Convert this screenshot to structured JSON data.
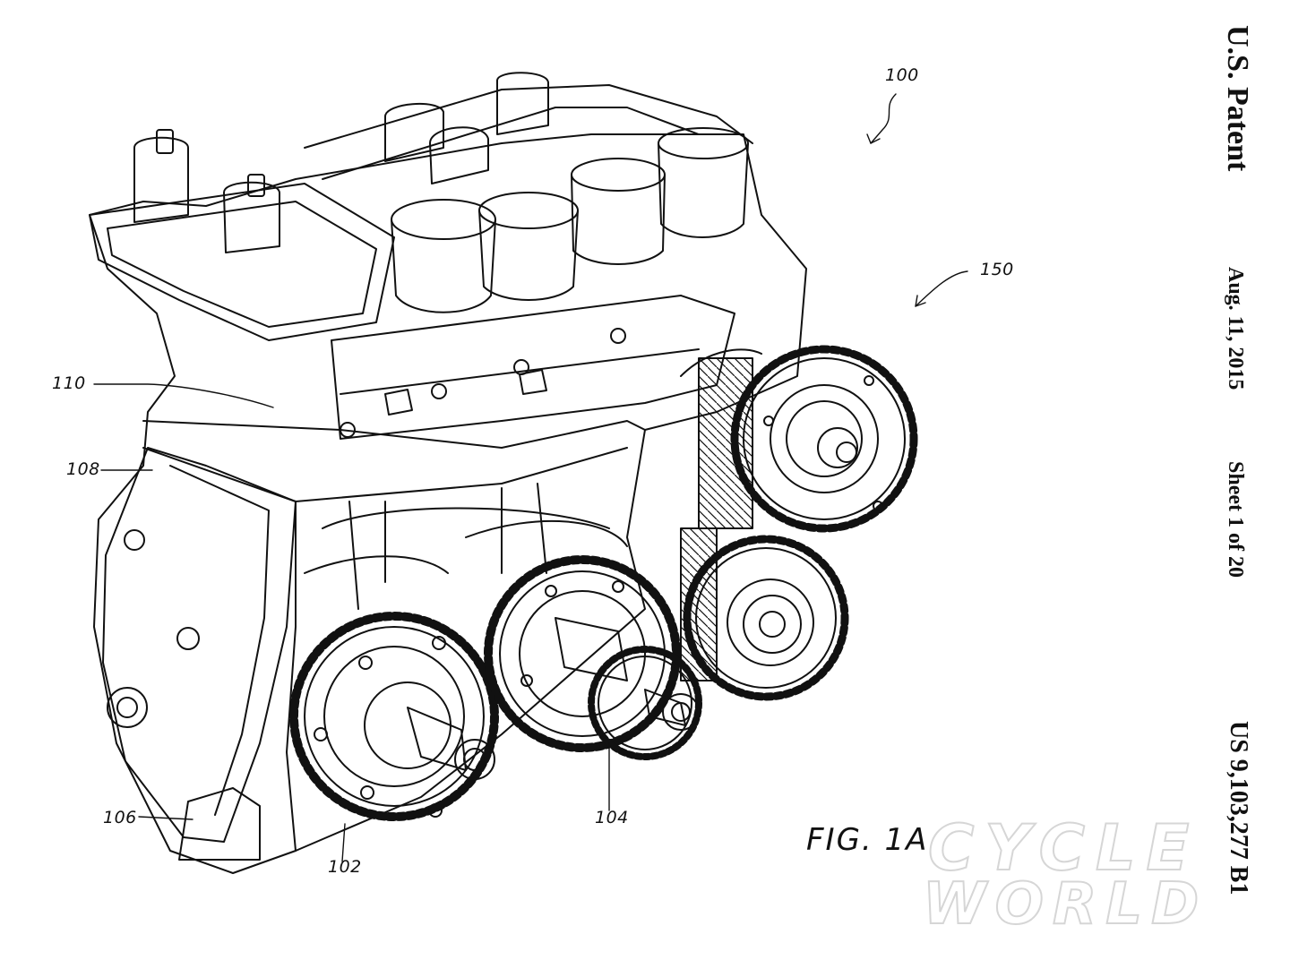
{
  "header": {
    "title": "U.S. Patent",
    "date": "Aug. 11, 2015",
    "sheet": "Sheet 1 of 20",
    "patent_number": "US 9,103,277 B1"
  },
  "figure": {
    "label": "FIG. 1A",
    "refs": {
      "r100": "100",
      "r150": "150",
      "r110": "110",
      "r108": "108",
      "r106": "106",
      "r102": "102",
      "r104": "104"
    }
  },
  "watermark": {
    "line1": "CYCLE",
    "line2": "WORLD"
  },
  "colors": {
    "ink": "#111111",
    "paper": "#ffffff",
    "watermark_outline": "#d6d6d6"
  }
}
